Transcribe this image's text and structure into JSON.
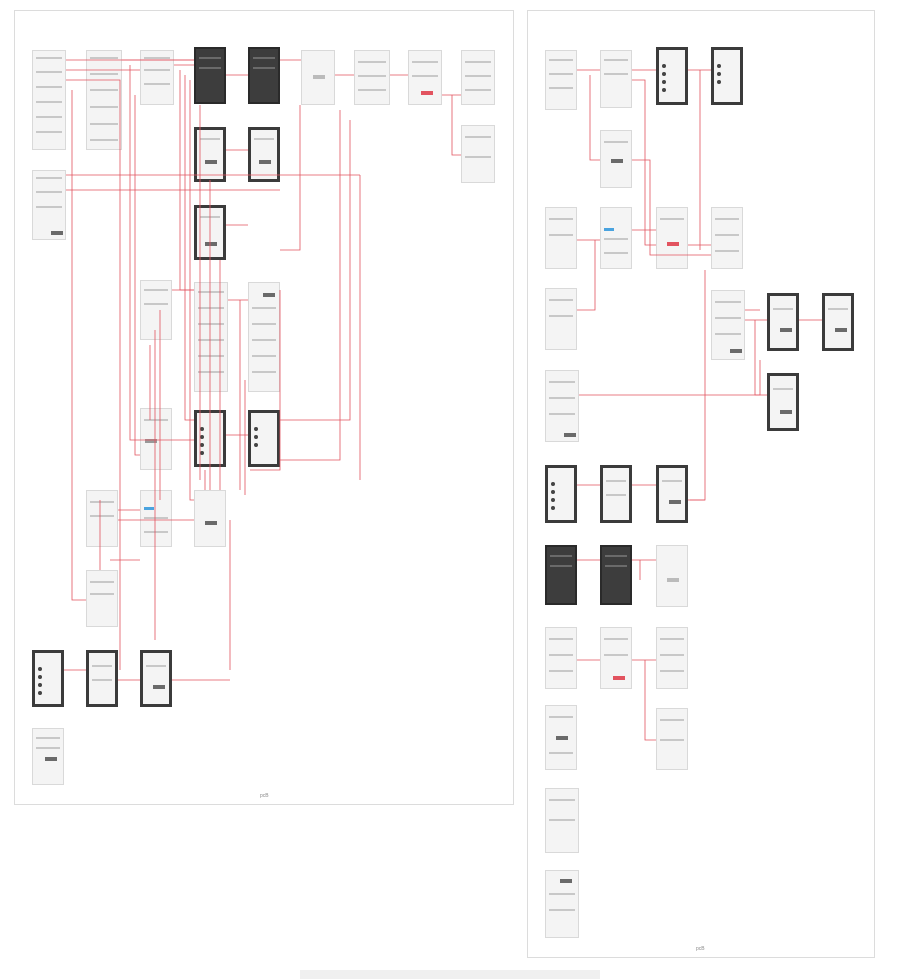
{
  "diagram": {
    "type": "screen-flow-wireframe",
    "link_color": "#e2535f",
    "boards": [
      {
        "id": "board-left",
        "label": "pcB"
      },
      {
        "id": "board-right",
        "label": "pcB"
      }
    ]
  }
}
